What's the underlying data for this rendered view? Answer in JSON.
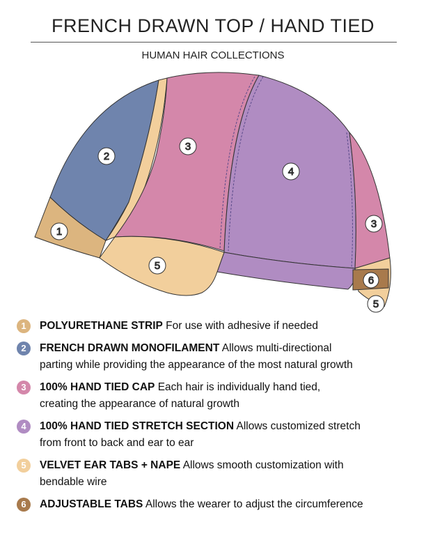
{
  "title": "FRENCH DRAWN TOP / HAND TIED",
  "subtitle": "HUMAN HAIR COLLECTIONS",
  "diagram_labels": [
    "1",
    "2",
    "3",
    "4",
    "3",
    "5",
    "6",
    "5"
  ],
  "legend": [
    {
      "num": "1",
      "color": "#dcb57f",
      "name": "POLYURETHANE STRIP",
      "desc": "For use with adhesive if needed",
      "desc2": ""
    },
    {
      "num": "2",
      "color": "#6f84ad",
      "name": "FRENCH DRAWN MONOFILAMENT",
      "desc": " Allows multi-directional",
      "desc2": "parting while providing the appearance of the most natural growth"
    },
    {
      "num": "3",
      "color": "#d487aa",
      "name": "100% HAND TIED CAP",
      "desc": "Each hair is individually hand tied,",
      "desc2": "creating the appearance of natural growth"
    },
    {
      "num": "4",
      "color": "#b08cc2",
      "name": "100% HAND TIED STRETCH SECTION",
      "desc": "Allows customized stretch",
      "desc2": "from front to back and ear to ear"
    },
    {
      "num": "5",
      "color": "#f2cf9c",
      "name": "VELVET EAR TABS + NAPE",
      "desc": "Allows smooth customization with",
      "desc2": "bendable wire"
    },
    {
      "num": "6",
      "color": "#a87a4c",
      "name": "ADJUSTABLE TABS",
      "desc": "Allows the wearer to adjust the circumference",
      "desc2": ""
    }
  ]
}
